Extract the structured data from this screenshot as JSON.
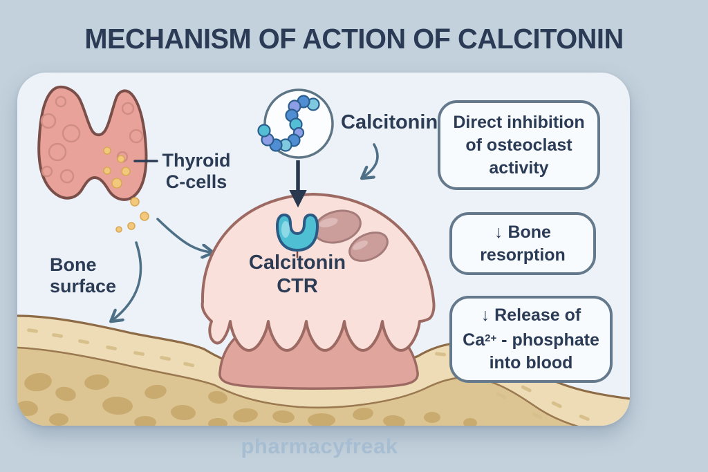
{
  "title": "MECHANISM OF ACTION OF CALCITONIN",
  "watermark": "pharmacyfreak",
  "diagram": {
    "thyroid_label": [
      "Thyroid",
      "C-cells"
    ],
    "bone_surface_label": [
      "Bone",
      "surface"
    ],
    "calcitonin_label": "Calcitonin",
    "receptor_label": [
      "Calcitonin",
      "CTR"
    ]
  },
  "outcome_boxes": {
    "box1": {
      "line1": "Direct inhibition",
      "line2": "of osteoclast",
      "line3": "activity"
    },
    "box2": {
      "line1": "↓ Bone",
      "line2": "resorption"
    },
    "box3": {
      "line1": "↓ Release of",
      "ca": "Ca",
      "sup": "2+",
      "rest": " - phosphate",
      "line3": "into blood"
    }
  },
  "icons": {
    "calcitonin_molecule": "peptide-bead-chain",
    "ctr_receptor": "u-shaped-receptor",
    "thyroid": "thyroid-gland",
    "osteoclast": "osteoclast-cell",
    "bone": "bone-cross-section"
  },
  "colors": {
    "background": "#c3d1dc",
    "panel": "#edf2f8",
    "title_text": "#2b3b55",
    "box_border": "#64798b",
    "box_fill": "#f8fbfd",
    "arrow_slate": "#4e7086",
    "arrow_navy": "#29384f",
    "thyroid_fill": "#e9a29a",
    "thyroid_outline": "#7a4e49",
    "granule_yellow": "#f2c87d",
    "osteoclast_body": "#f9e0da",
    "osteoclast_base": "#e0a59d",
    "osteoclast_outline": "#9c6a62",
    "nucleus_fill": "#cb9e9b",
    "receptor_teal": "#4fc0d4",
    "bone_compact": "#eedcb6",
    "bone_trabecular_bg": "#ddc593",
    "bone_blob": "#c9ab70",
    "bone_line": "#8d6b46",
    "watermark_text": "#a6bdd2"
  }
}
